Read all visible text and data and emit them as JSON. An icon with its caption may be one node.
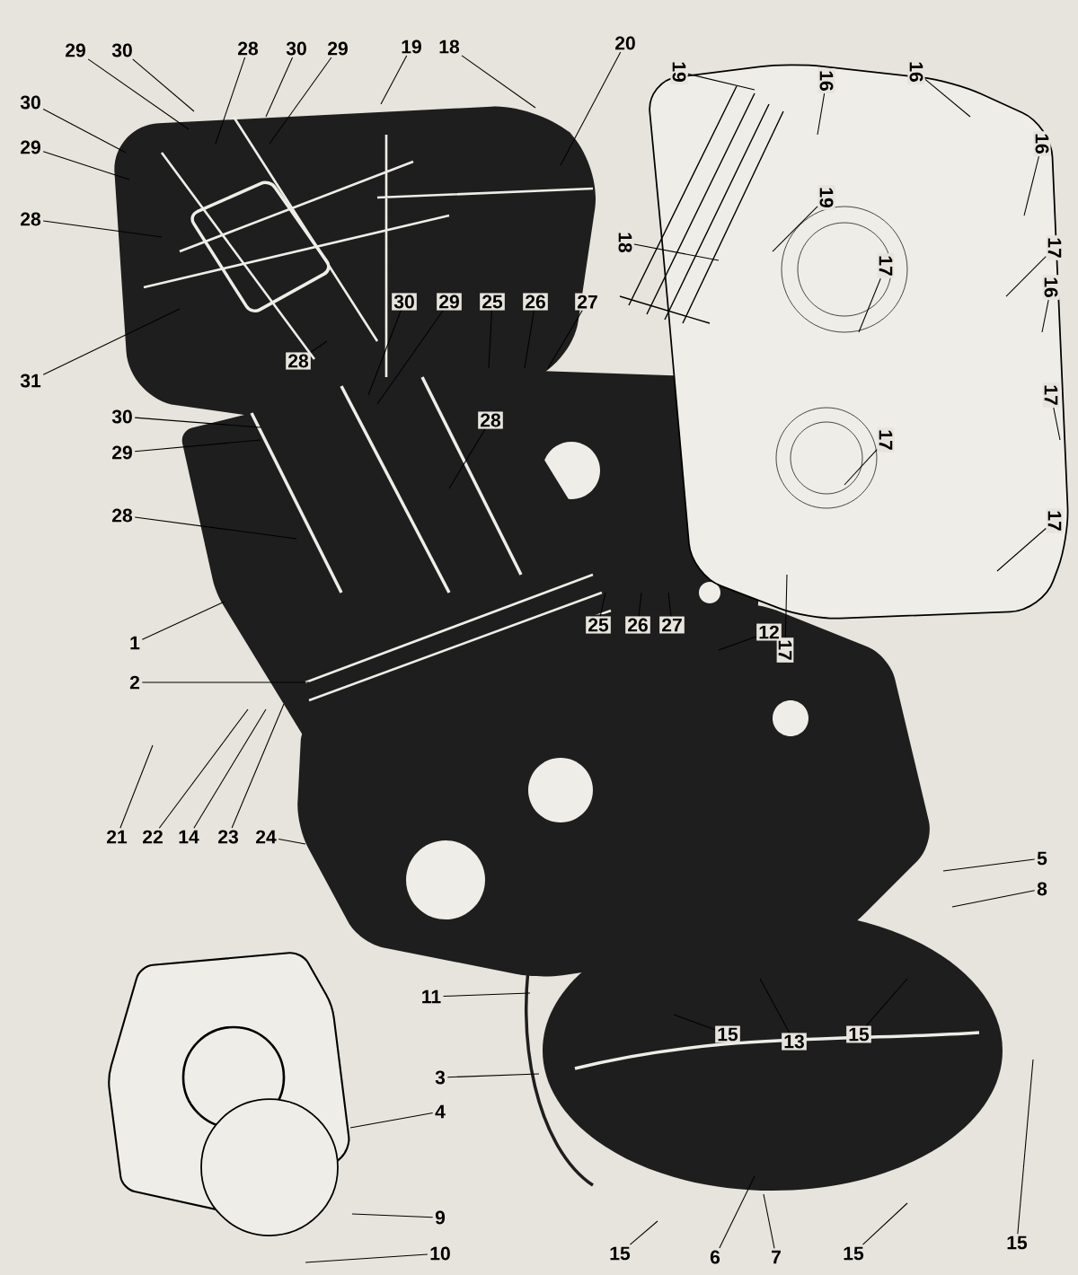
{
  "diagram": {
    "nodes": [
      {
        "text": [
          "29"
        ]
      },
      {
        "text": [
          "30"
        ]
      },
      {
        "text": [
          "28"
        ]
      },
      {
        "text": [
          "30"
        ]
      },
      {
        "text": [
          "29"
        ]
      },
      {
        "text": [
          "19"
        ]
      },
      {
        "text": [
          "18"
        ]
      },
      {
        "text": [
          "20"
        ]
      },
      {
        "text": [
          "30"
        ]
      },
      {
        "text": [
          "29"
        ]
      },
      {
        "text": [
          "28"
        ]
      },
      {
        "text": [
          "31"
        ]
      },
      {
        "text": [
          "28"
        ]
      },
      {
        "text": [
          "30"
        ]
      },
      {
        "text": [
          "29"
        ]
      },
      {
        "text": [
          "25"
        ]
      },
      {
        "text": [
          "26"
        ]
      },
      {
        "text": [
          "27"
        ]
      },
      {
        "text": [
          "28"
        ]
      },
      {
        "text": [
          "30"
        ]
      },
      {
        "text": [
          "29"
        ]
      },
      {
        "text": [
          "28"
        ]
      },
      {
        "text": [
          "1"
        ]
      },
      {
        "text": [
          "2"
        ]
      },
      {
        "text": [
          "21"
        ]
      },
      {
        "text": [
          "22"
        ]
      },
      {
        "text": [
          "14"
        ]
      },
      {
        "text": [
          "23"
        ]
      },
      {
        "text": [
          "24"
        ]
      },
      {
        "text": [
          "19"
        ]
      },
      {
        "text": [
          "16"
        ]
      },
      {
        "text": [
          "16"
        ]
      },
      {
        "text": [
          "16"
        ]
      },
      {
        "text": [
          "19"
        ]
      },
      {
        "text": [
          "18"
        ]
      },
      {
        "text": [
          "17"
        ]
      },
      {
        "text": [
          "17"
        ]
      },
      {
        "text": [
          "16"
        ]
      },
      {
        "text": [
          "17"
        ]
      },
      {
        "text": [
          "17"
        ]
      },
      {
        "text": [
          "17"
        ]
      },
      {
        "text": [
          "17"
        ]
      },
      {
        "text": [
          "25"
        ]
      },
      {
        "text": [
          "26"
        ]
      },
      {
        "text": [
          "27"
        ]
      },
      {
        "text": [
          "12"
        ]
      },
      {
        "text": [
          "5"
        ]
      },
      {
        "text": [
          "8"
        ]
      },
      {
        "text": [
          "11"
        ]
      },
      {
        "text": [
          "13"
        ]
      },
      {
        "text": [
          "15"
        ]
      },
      {
        "text": [
          "15"
        ]
      },
      {
        "text": [
          "3"
        ]
      },
      {
        "text": [
          "4"
        ]
      },
      {
        "text": [
          "9"
        ]
      },
      {
        "text": [
          "10"
        ]
      },
      {
        "text": [
          "15"
        ]
      },
      {
        "text": [
          "6"
        ]
      },
      {
        "text": [
          "7"
        ]
      },
      {
        "text": [
          "15"
        ]
      },
      {
        "text": [
          "15"
        ]
      }
    ],
    "edges": [
      {
        "from": 0,
        "to": null,
        "arrow": "none"
      },
      {
        "from": 1,
        "to": null,
        "arrow": "none"
      },
      {
        "from": 2,
        "to": null,
        "arrow": "none"
      },
      {
        "from": 3,
        "to": null,
        "arrow": "none"
      },
      {
        "from": 4,
        "to": null,
        "arrow": "none"
      },
      {
        "from": 5,
        "to": null,
        "arrow": "none"
      },
      {
        "from": 6,
        "to": null,
        "arrow": "none"
      },
      {
        "from": 7,
        "to": null,
        "arrow": "none"
      },
      {
        "from": 8,
        "to": null,
        "arrow": "none"
      },
      {
        "from": 9,
        "to": null,
        "arrow": "none"
      },
      {
        "from": 10,
        "to": null,
        "arrow": "none"
      },
      {
        "from": 11,
        "to": null,
        "arrow": "none"
      },
      {
        "from": 12,
        "to": null,
        "arrow": "none"
      },
      {
        "from": 13,
        "to": null,
        "arrow": "none"
      },
      {
        "from": 14,
        "to": null,
        "arrow": "none"
      },
      {
        "from": 15,
        "to": null,
        "arrow": "none"
      },
      {
        "from": 16,
        "to": null,
        "arrow": "none"
      },
      {
        "from": 17,
        "to": null,
        "arrow": "none"
      },
      {
        "from": 18,
        "to": null,
        "arrow": "none"
      },
      {
        "from": 19,
        "to": null,
        "arrow": "none"
      },
      {
        "from": 20,
        "to": null,
        "arrow": "none"
      },
      {
        "from": 21,
        "to": null,
        "arrow": "none"
      },
      {
        "from": 22,
        "to": null,
        "arrow": "none"
      },
      {
        "from": 23,
        "to": null,
        "arrow": "none"
      },
      {
        "from": 24,
        "to": null,
        "arrow": "none"
      },
      {
        "from": 25,
        "to": null,
        "arrow": "none"
      },
      {
        "from": 26,
        "to": null,
        "arrow": "none"
      },
      {
        "from": 27,
        "to": null,
        "arrow": "none"
      },
      {
        "from": 28,
        "to": null,
        "arrow": "none"
      },
      {
        "from": 29,
        "to": null,
        "arrow": "none"
      },
      {
        "from": 30,
        "to": null,
        "arrow": "none"
      },
      {
        "from": 31,
        "to": null,
        "arrow": "none"
      },
      {
        "from": 32,
        "to": null,
        "arrow": "none"
      },
      {
        "from": 33,
        "to": null,
        "arrow": "none"
      },
      {
        "from": 34,
        "to": null,
        "arrow": "none"
      },
      {
        "from": 35,
        "to": null,
        "arrow": "none"
      },
      {
        "from": 36,
        "to": null,
        "arrow": "none"
      },
      {
        "from": 37,
        "to": null,
        "arrow": "none"
      },
      {
        "from": 38,
        "to": null,
        "arrow": "none"
      },
      {
        "from": 39,
        "to": null,
        "arrow": "none"
      },
      {
        "from": 40,
        "to": null,
        "arrow": "none"
      },
      {
        "from": 41,
        "to": null,
        "arrow": "none"
      },
      {
        "from": 42,
        "to": null,
        "arrow": "none"
      },
      {
        "from": 43,
        "to": null,
        "arrow": "none"
      },
      {
        "from": 44,
        "to": null,
        "arrow": "none"
      },
      {
        "from": 45,
        "to": null,
        "arrow": "none"
      },
      {
        "from": 46,
        "to": null,
        "arrow": "none"
      },
      {
        "from": 47,
        "to": null,
        "arrow": "none"
      },
      {
        "from": 48,
        "to": null,
        "arrow": "none"
      },
      {
        "from": 49,
        "to": null,
        "arrow": "none"
      },
      {
        "from": 50,
        "to": null,
        "arrow": "none"
      },
      {
        "from": 51,
        "to": null,
        "arrow": "none"
      },
      {
        "from": 52,
        "to": null,
        "arrow": "none"
      },
      {
        "from": 53,
        "to": null,
        "arrow": "none"
      },
      {
        "from": 54,
        "to": null,
        "arrow": "none"
      },
      {
        "from": 55,
        "to": null,
        "arrow": "none"
      },
      {
        "from": 56,
        "to": null,
        "arrow": "none"
      },
      {
        "from": 57,
        "to": null,
        "arrow": "none"
      },
      {
        "from": 58,
        "to": null,
        "arrow": "none"
      },
      {
        "from": 59,
        "to": null,
        "arrow": "none"
      },
      {
        "from": 60,
        "to": null,
        "arrow": "none"
      }
    ]
  }
}
